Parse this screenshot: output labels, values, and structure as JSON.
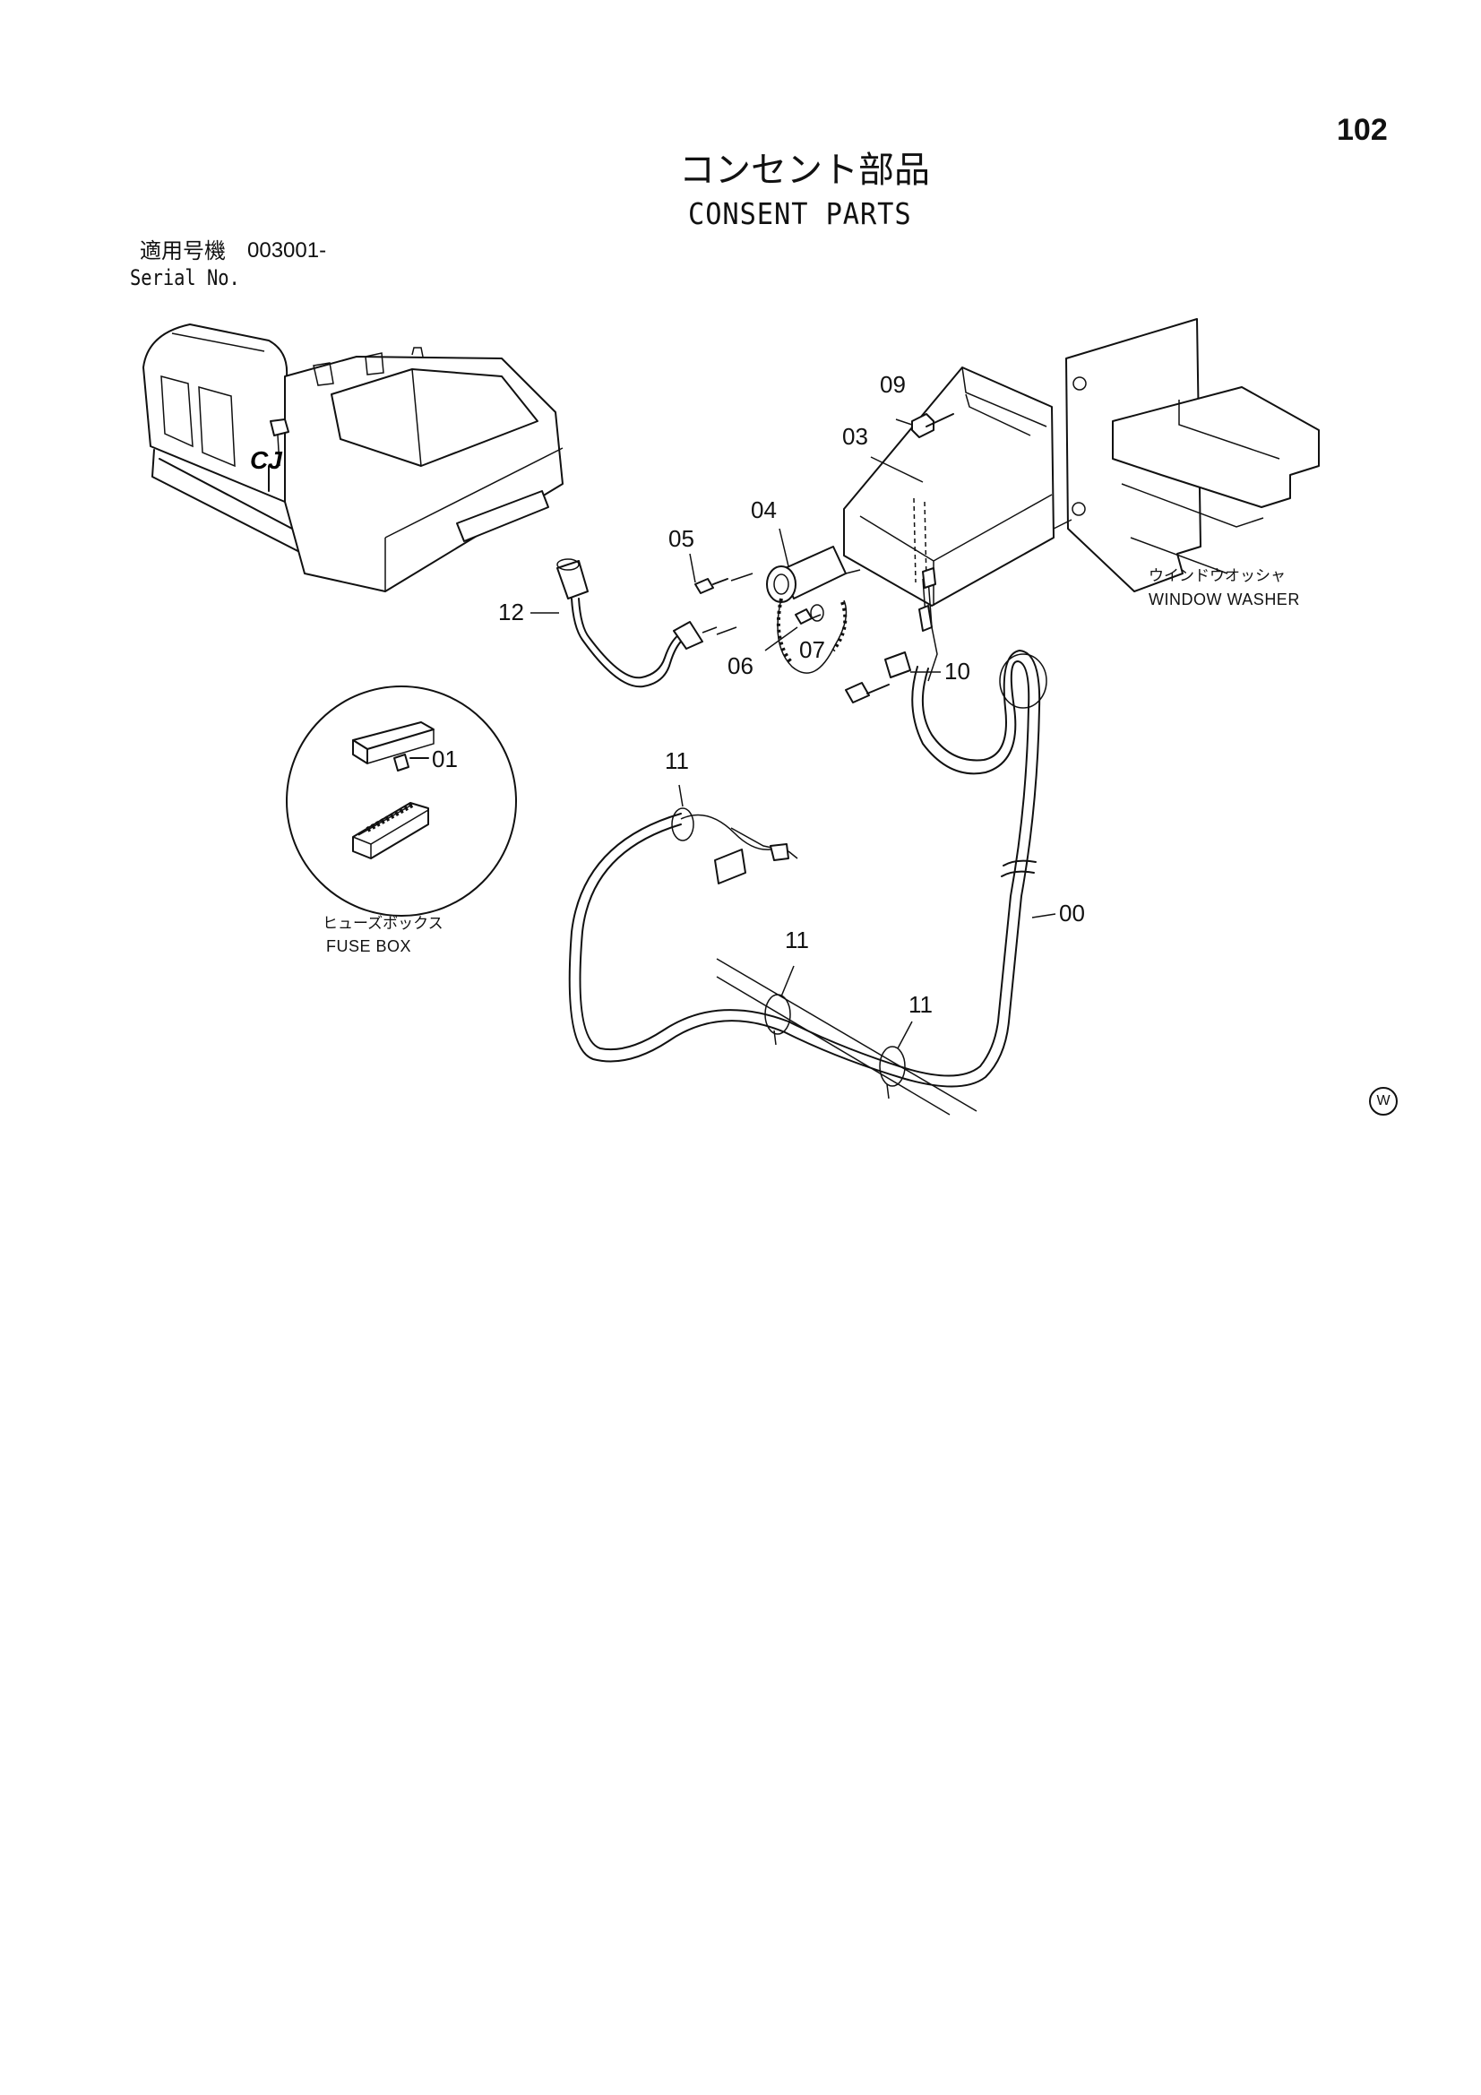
{
  "page_number": "102",
  "title": {
    "japanese": "コンセント部品",
    "english": "CONSENT PARTS"
  },
  "serial": {
    "label_jp": "適用号機",
    "value": "003001-",
    "label_en": "Serial No."
  },
  "labels": {
    "window_washer_jp": "ウインドウオッシャ",
    "window_washer_en": "WINDOW WASHER",
    "fuse_box_jp": "ヒューズボックス",
    "fuse_box_en": "FUSE BOX"
  },
  "callouts": {
    "c00": "00",
    "c01": "01",
    "c03": "03",
    "c04": "04",
    "c05": "05",
    "c06": "06",
    "c07": "07",
    "c09": "09",
    "c10": "10",
    "c11a": "11",
    "c11b": "11",
    "c11c": "11",
    "c12": "12"
  },
  "machine_mark": "CJ",
  "corner_mark": "W"
}
